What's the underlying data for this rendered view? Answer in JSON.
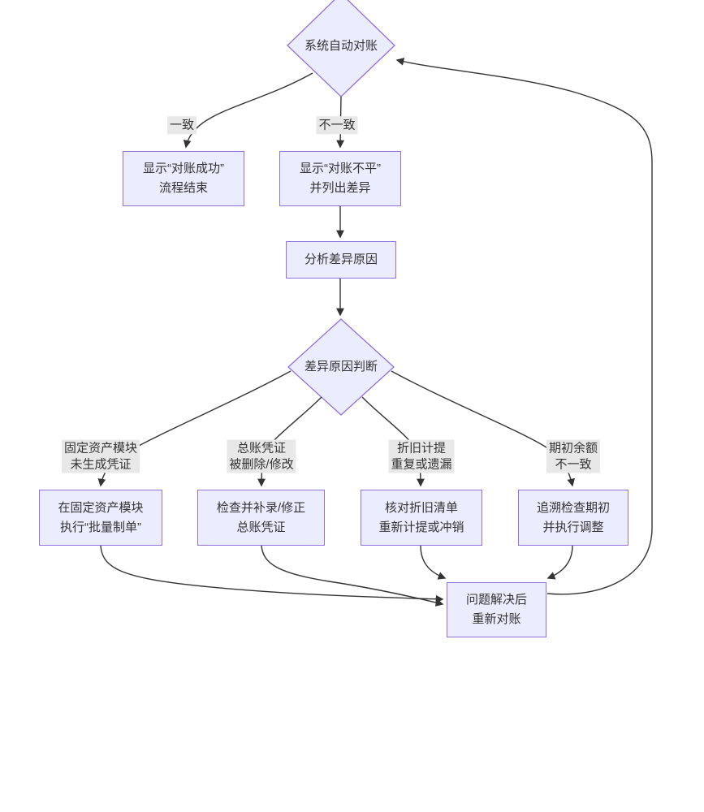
{
  "colors": {
    "background": "#ffffff",
    "node_fill": "#ECECFF",
    "node_border": "#9370DB",
    "edge_color": "#333333",
    "label_bg": "#e8e8e8",
    "text_color": "#333333"
  },
  "flowchart": {
    "nodes": {
      "auto_reconcile": {
        "label": "系统自动对账"
      },
      "show_success": {
        "line1": "显示“对账成功”",
        "line2": "流程结束"
      },
      "show_unbalanced": {
        "line1": "显示“对账不平”",
        "line2": "并列出差异"
      },
      "analyze_diff": {
        "label": "分析差异原因"
      },
      "judge_cause": {
        "label": "差异原因判断"
      },
      "fixed_asset_fix": {
        "line1": "在固定资产模块",
        "line2": "执行“批量制单”"
      },
      "gl_voucher_fix": {
        "line1": "检查并补录/修正",
        "line2": "总账凭证"
      },
      "depreciation_fix": {
        "line1": "核对折旧清单",
        "line2": "重新计提或冲销"
      },
      "opening_balance_fix": {
        "line1": "追溯检查期初",
        "line2": "并执行调整"
      },
      "retry_reconcile": {
        "line1": "问题解决后",
        "line2": "重新对账"
      }
    },
    "edge_labels": {
      "consistent": {
        "label": "一致"
      },
      "inconsistent": {
        "label": "不一致"
      },
      "cause_fixed_asset": {
        "line1": "固定资产模块",
        "line2": "未生成凭证"
      },
      "cause_gl_voucher": {
        "line1": "总账凭证",
        "line2": "被删除/修改"
      },
      "cause_depreciation": {
        "line1": "折旧计提",
        "line2": "重复或遗漏"
      },
      "cause_opening_balance": {
        "line1": "期初余额",
        "line2": "不一致"
      }
    }
  }
}
